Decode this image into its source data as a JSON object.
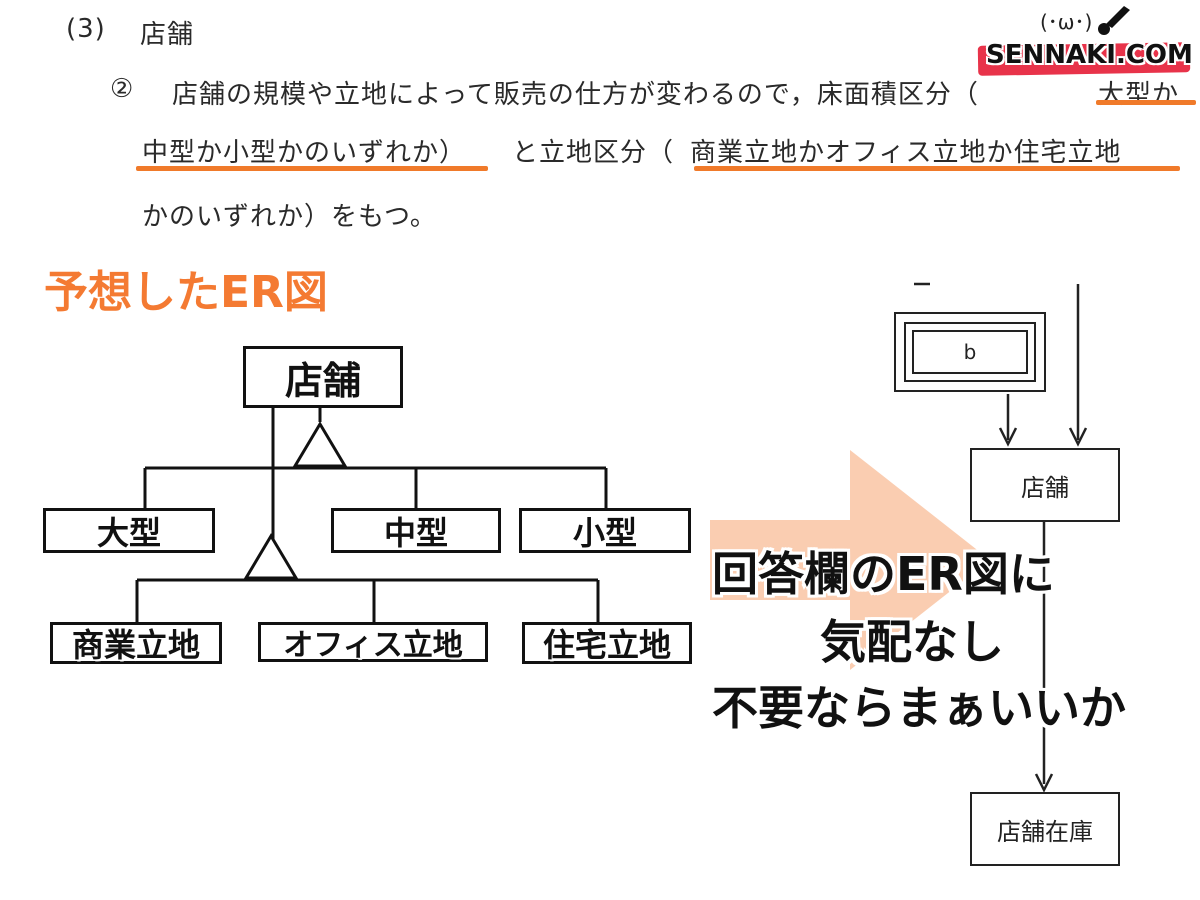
{
  "document": {
    "heading_number": "(3)",
    "heading_label": "店舗",
    "item_marker": "②",
    "line1_plain": "店舗の規模や立地によって販売の仕方が変わるので，床面積区分（",
    "line1_highlight": "大型か",
    "line2_highlight_a": "中型か小型かのいずれか）",
    "line2_plain": "と立地区分（",
    "line2_highlight_b": "商業立地かオフィス立地か住宅立地",
    "line3_plain": "かのいずれか）をもつ。"
  },
  "logo": {
    "text": "SENNAKI.COM",
    "face": "(･ω･)"
  },
  "expected_er": {
    "title": "予想したER図",
    "supertype": "店舗",
    "size_subtypes": [
      "大型",
      "中型",
      "小型"
    ],
    "location_subtypes": [
      "商業立地",
      "オフィス立地",
      "住宅立地"
    ]
  },
  "answer_er": {
    "box_b": "b",
    "store": "店舗",
    "store_stock": "店舗在庫"
  },
  "comment": {
    "line1": "回答欄のER図に",
    "line2": "気配なし",
    "line3": "不要ならまぁいいか"
  },
  "colors": {
    "accent_orange": "#f47a32",
    "underline_orange": "#f07a2a",
    "arrow_peach": "#f9c8a8",
    "logo_red": "#e8334a"
  }
}
